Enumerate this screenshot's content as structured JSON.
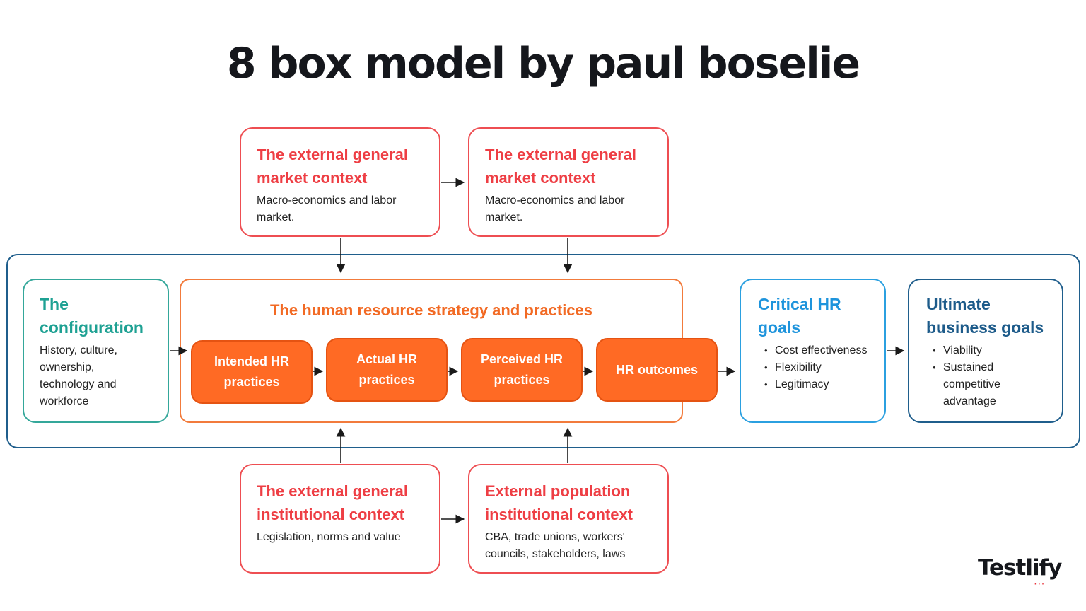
{
  "title": "8 box model by paul boselie",
  "external_top": [
    {
      "heading": "The external general market context",
      "description": "Macro-economics and labor market."
    },
    {
      "heading": "The external general market context",
      "description": "Macro-economics and labor market."
    }
  ],
  "external_bottom": [
    {
      "heading": "The external general institutional context",
      "description": "Legislation, norms and value"
    },
    {
      "heading": "External population institutional context",
      "description": "CBA, trade unions, workers' councils, stakeholders, laws"
    }
  ],
  "configuration": {
    "heading": "The configuration",
    "description": "History, culture, ownership, technology and workforce"
  },
  "hr_strategy": {
    "heading": "The human resource strategy and practices",
    "steps": [
      "Intended HR practices",
      "Actual HR practices",
      "Perceived HR practices",
      "HR outcomes"
    ]
  },
  "critical_goals": {
    "heading": "Critical HR goals",
    "items": [
      "Cost effectiveness",
      "Flexibility",
      "Legitimacy"
    ]
  },
  "ultimate_goals": {
    "heading": "Ultimate business goals",
    "items": [
      "Viability",
      "Sustained competitive advantage"
    ]
  },
  "brand": {
    "logo_text": "Testlify"
  },
  "colors": {
    "external": "#ee3e44",
    "configuration": "#1ea193",
    "hr_strategy": "#f26a24",
    "step_fill": "#ff6a24",
    "critical": "#1e94dc",
    "ultimate": "#1d5b8a",
    "outer_frame": "#1f5e8c"
  }
}
